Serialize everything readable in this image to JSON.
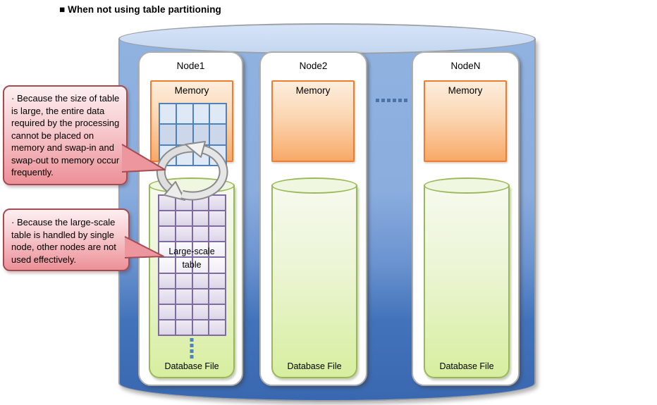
{
  "title": "■ When not using table partitioning",
  "callouts": [
    {
      "text": "· Because the size of table is large, the entire data required by the processing cannot be placed on memory and swap-in and swap-out to memory occur frequently."
    },
    {
      "text": "· Because the large-scale table is handled by single node, other nodes are not used effectively."
    }
  ],
  "nodes": [
    {
      "title": "Node1",
      "memory_label": "Memory",
      "db_label": "Database File",
      "table_label": "Large-scale table",
      "memory_grid": {
        "cols": 4,
        "rows": 3
      },
      "table_grid": {
        "cols": 4,
        "rows": 9
      },
      "below_table_dots": 4
    },
    {
      "title": "Node2",
      "memory_label": "Memory",
      "db_label": "Database File"
    },
    {
      "title": "NodeN",
      "memory_label": "Memory",
      "db_label": "Database File"
    }
  ],
  "ellipsis": {
    "horizontal_dots": 6
  },
  "icons": {
    "swap": "swap-cycle-arrows-icon",
    "callout_tail": "callout-tail-pointer"
  },
  "colors": {
    "cluster_top": "#c9daf1",
    "cluster_body_light": "#8badde",
    "cluster_body_dark": "#3a68b0",
    "memory_fill": "#f8a968",
    "memory_border": "#ed7d31",
    "db_fill": "#d7ee9f",
    "db_border": "#9bb859",
    "grid_blue": "#4f81bd",
    "grid_purple": "#7e6b9f",
    "callout_fill": "#ec9097",
    "callout_border": "#a34d52"
  }
}
